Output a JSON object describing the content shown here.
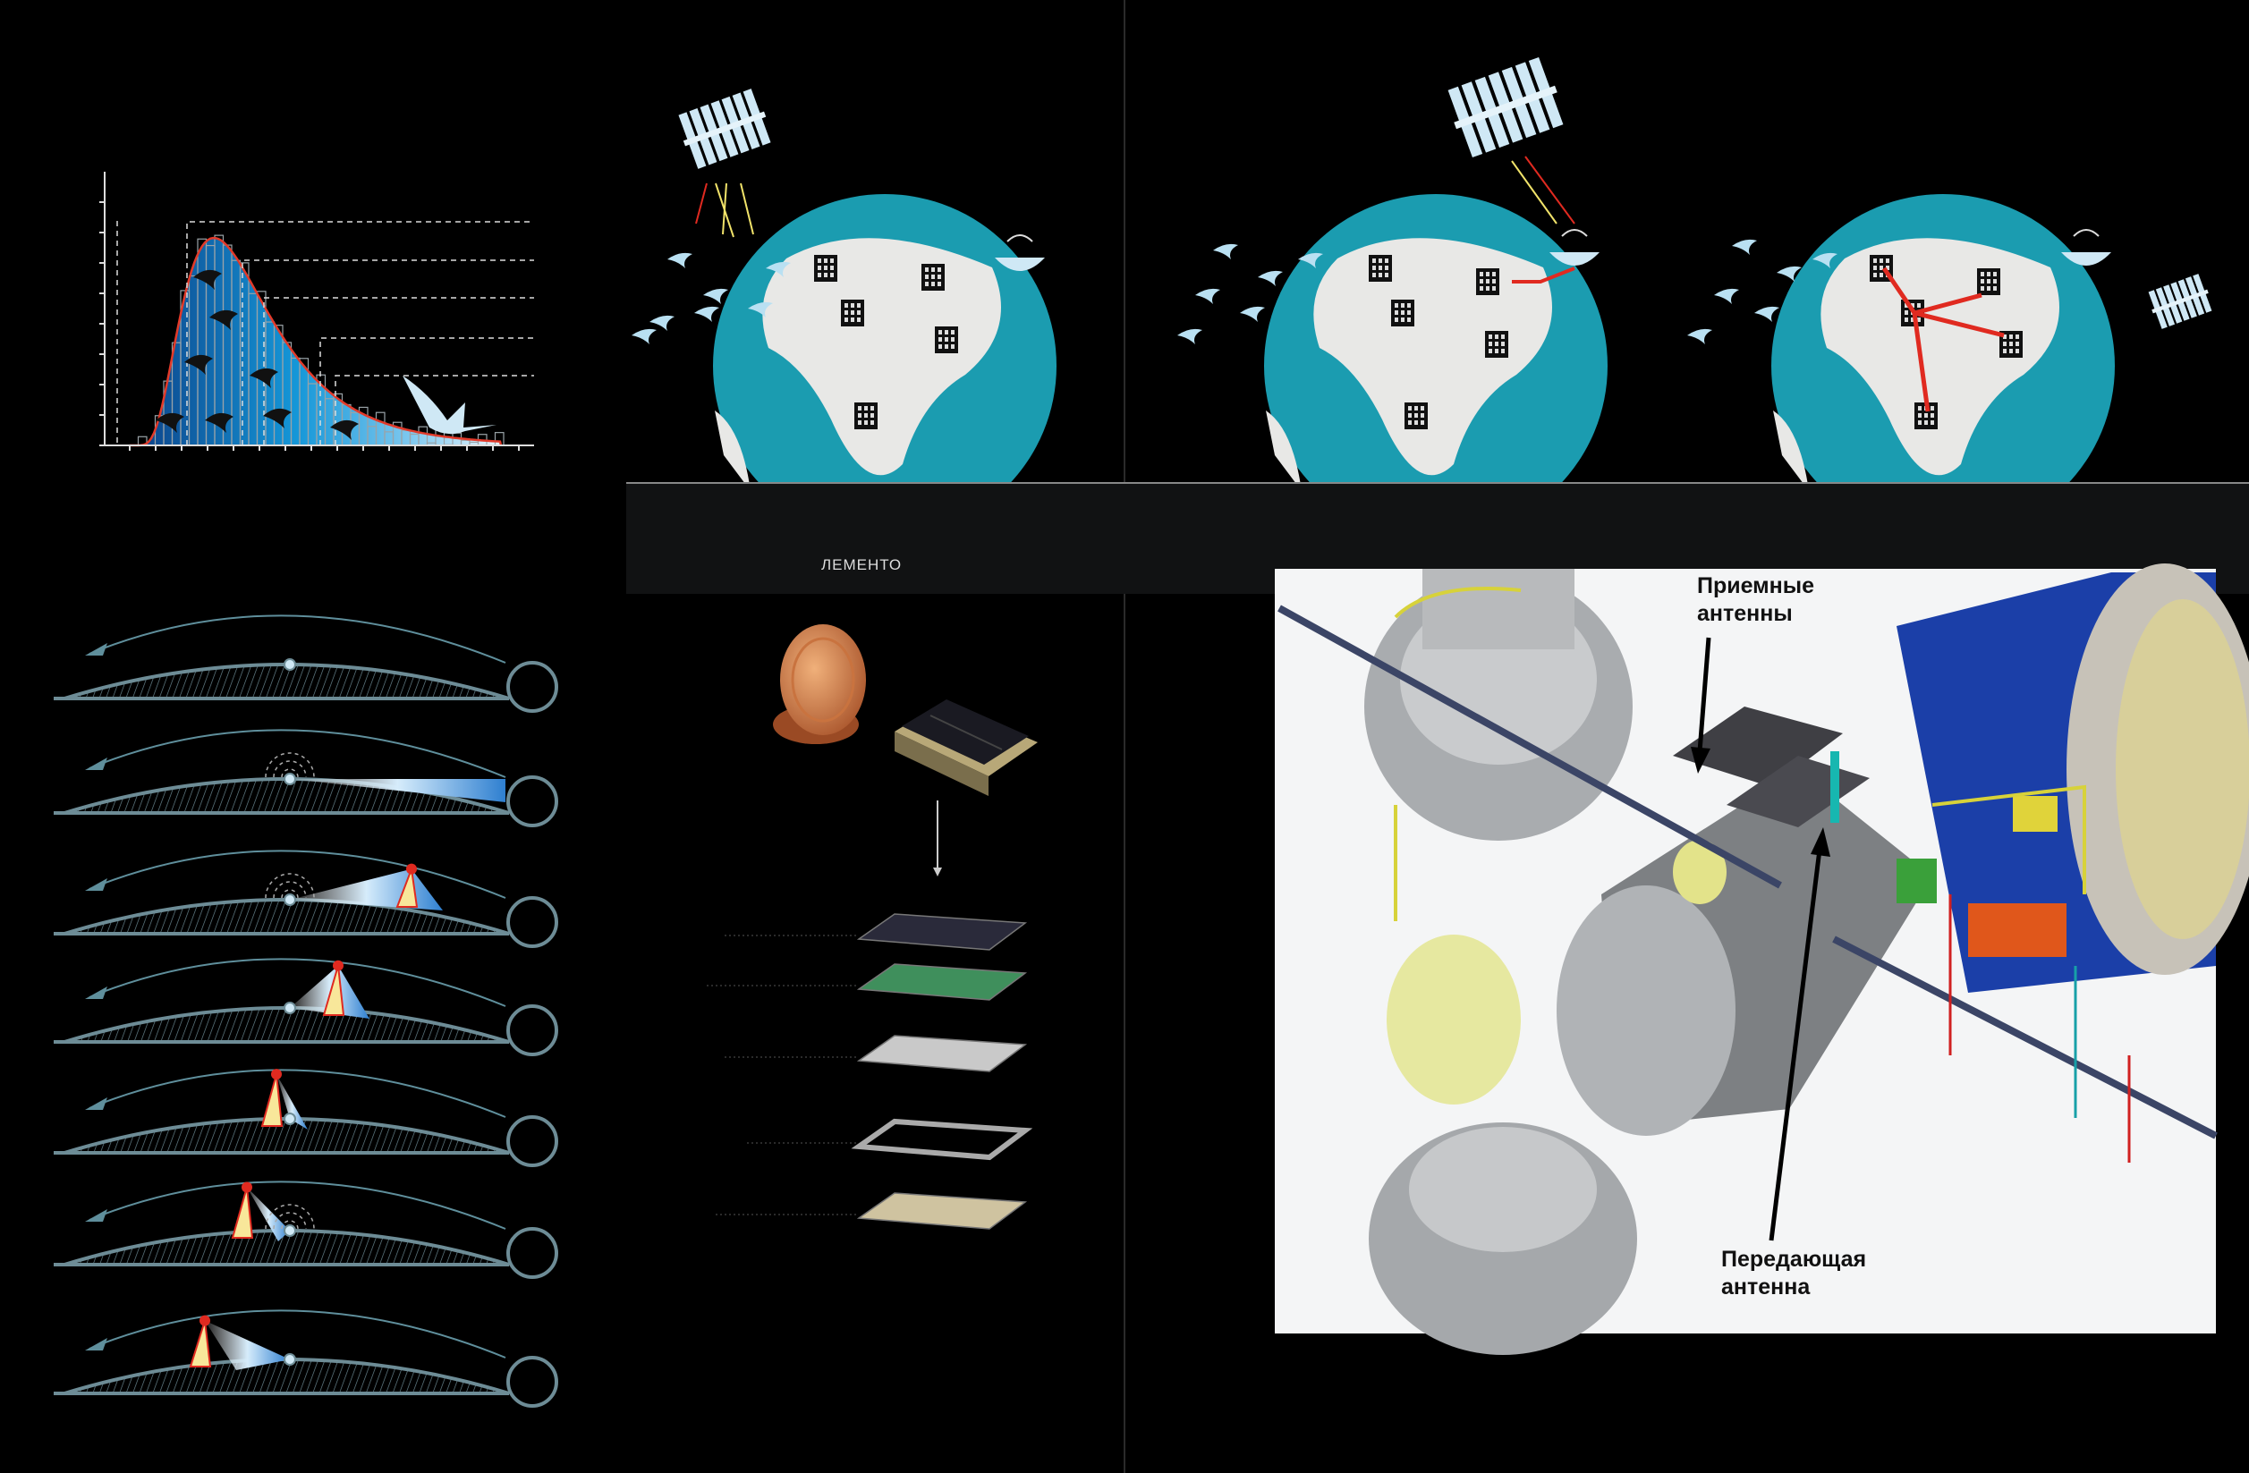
{
  "band": {
    "fragment_text": "ЛЕМЕНТО"
  },
  "iss_diagram": {
    "receiving_antennas_label": [
      "Приемные",
      "антенны"
    ],
    "transmitting_antenna_label": [
      "Передающая",
      "антенна"
    ]
  },
  "colors": {
    "background": "#000000",
    "band": "#111213",
    "ocean": "#1b9cb0",
    "land": "#e8e8e6",
    "orbit": "#5f8f9c",
    "satellite": "#e02a20",
    "beam": "#5aa8e0",
    "curve": "#e23a2a"
  }
}
